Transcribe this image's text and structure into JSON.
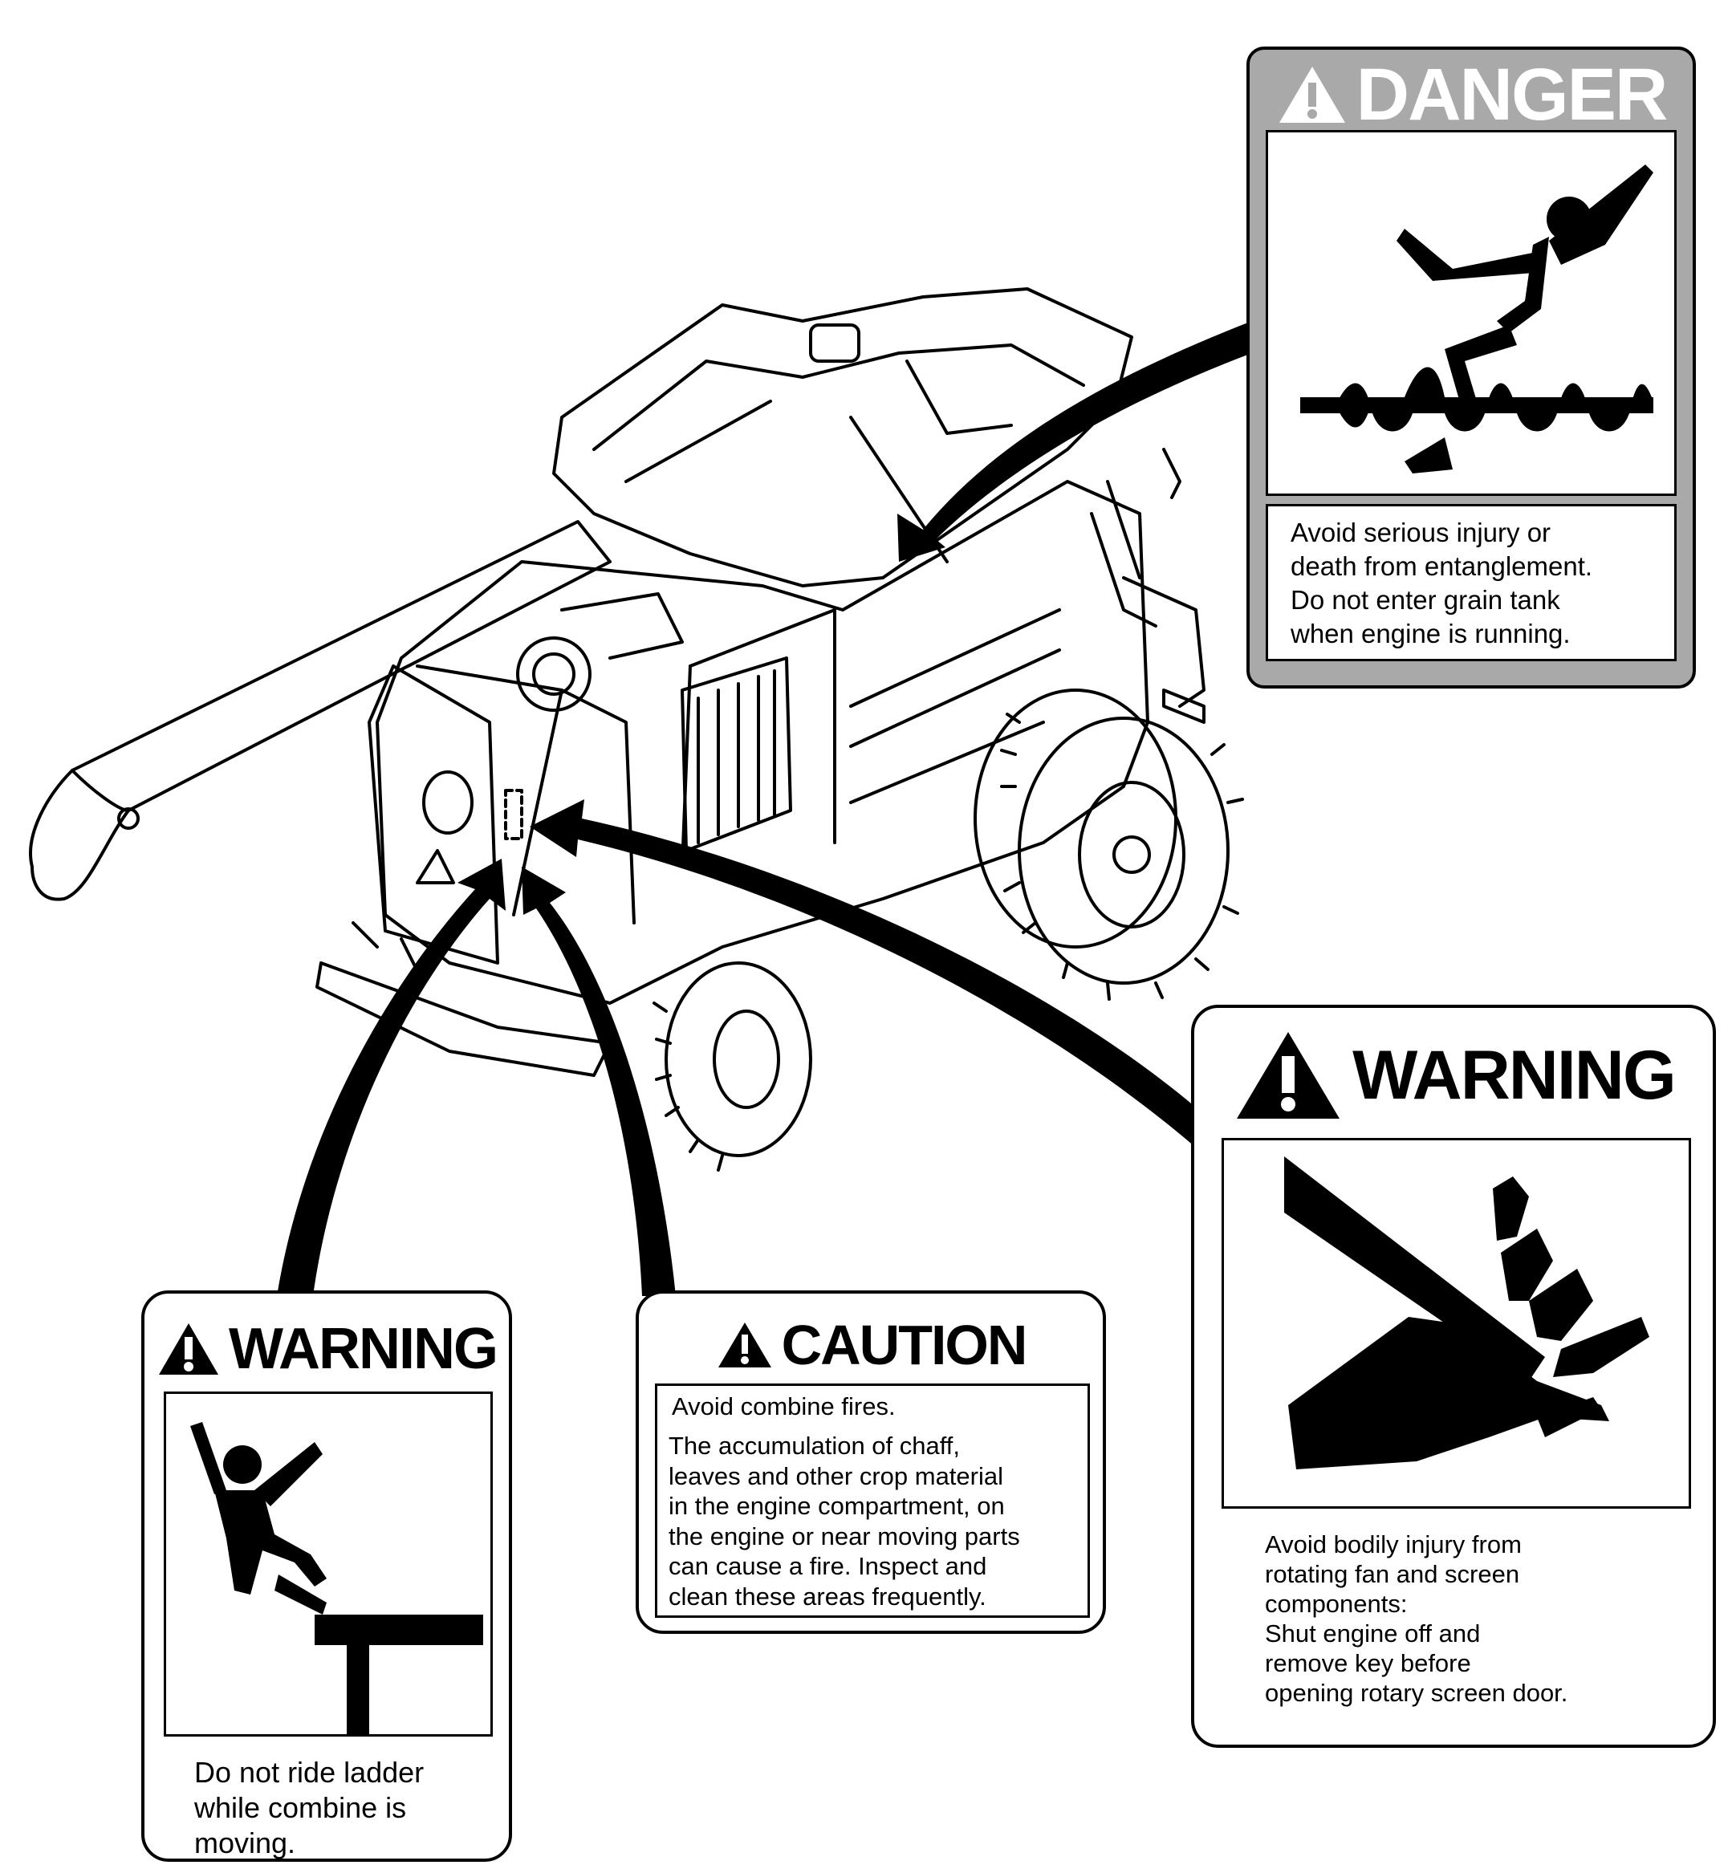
{
  "danger_decal": {
    "signal_word": "DANGER",
    "icon": "warning-triangle-icon",
    "pictogram": "auger-entanglement-icon",
    "message": "Avoid serious injury or\ndeath from entanglement.\nDo not enter grain tank\nwhen engine is running."
  },
  "warning_fan_decal": {
    "signal_word": "WARNING",
    "icon": "warning-triangle-icon",
    "pictogram": "rotating-blade-hand-icon",
    "message": "Avoid bodily injury from\nrotating fan and screen\ncomponents:\nShut engine off and\nremove key before\nopening rotary screen door."
  },
  "warning_ladder_decal": {
    "signal_word": "WARNING",
    "icon": "warning-triangle-icon",
    "pictogram": "falling-from-ladder-icon",
    "message": "Do not ride ladder\nwhile combine is\nmoving."
  },
  "caution_decal": {
    "signal_word": "CAUTION",
    "icon": "warning-triangle-icon",
    "headline": "Avoid combine fires.",
    "message": "The accumulation of chaff,\nleaves and other crop material\nin the engine compartment, on\nthe engine or near moving parts\ncan cause a fire. Inspect and\nclean these areas frequently."
  },
  "illustration": {
    "subject": "combine-harvester-line-drawing"
  }
}
